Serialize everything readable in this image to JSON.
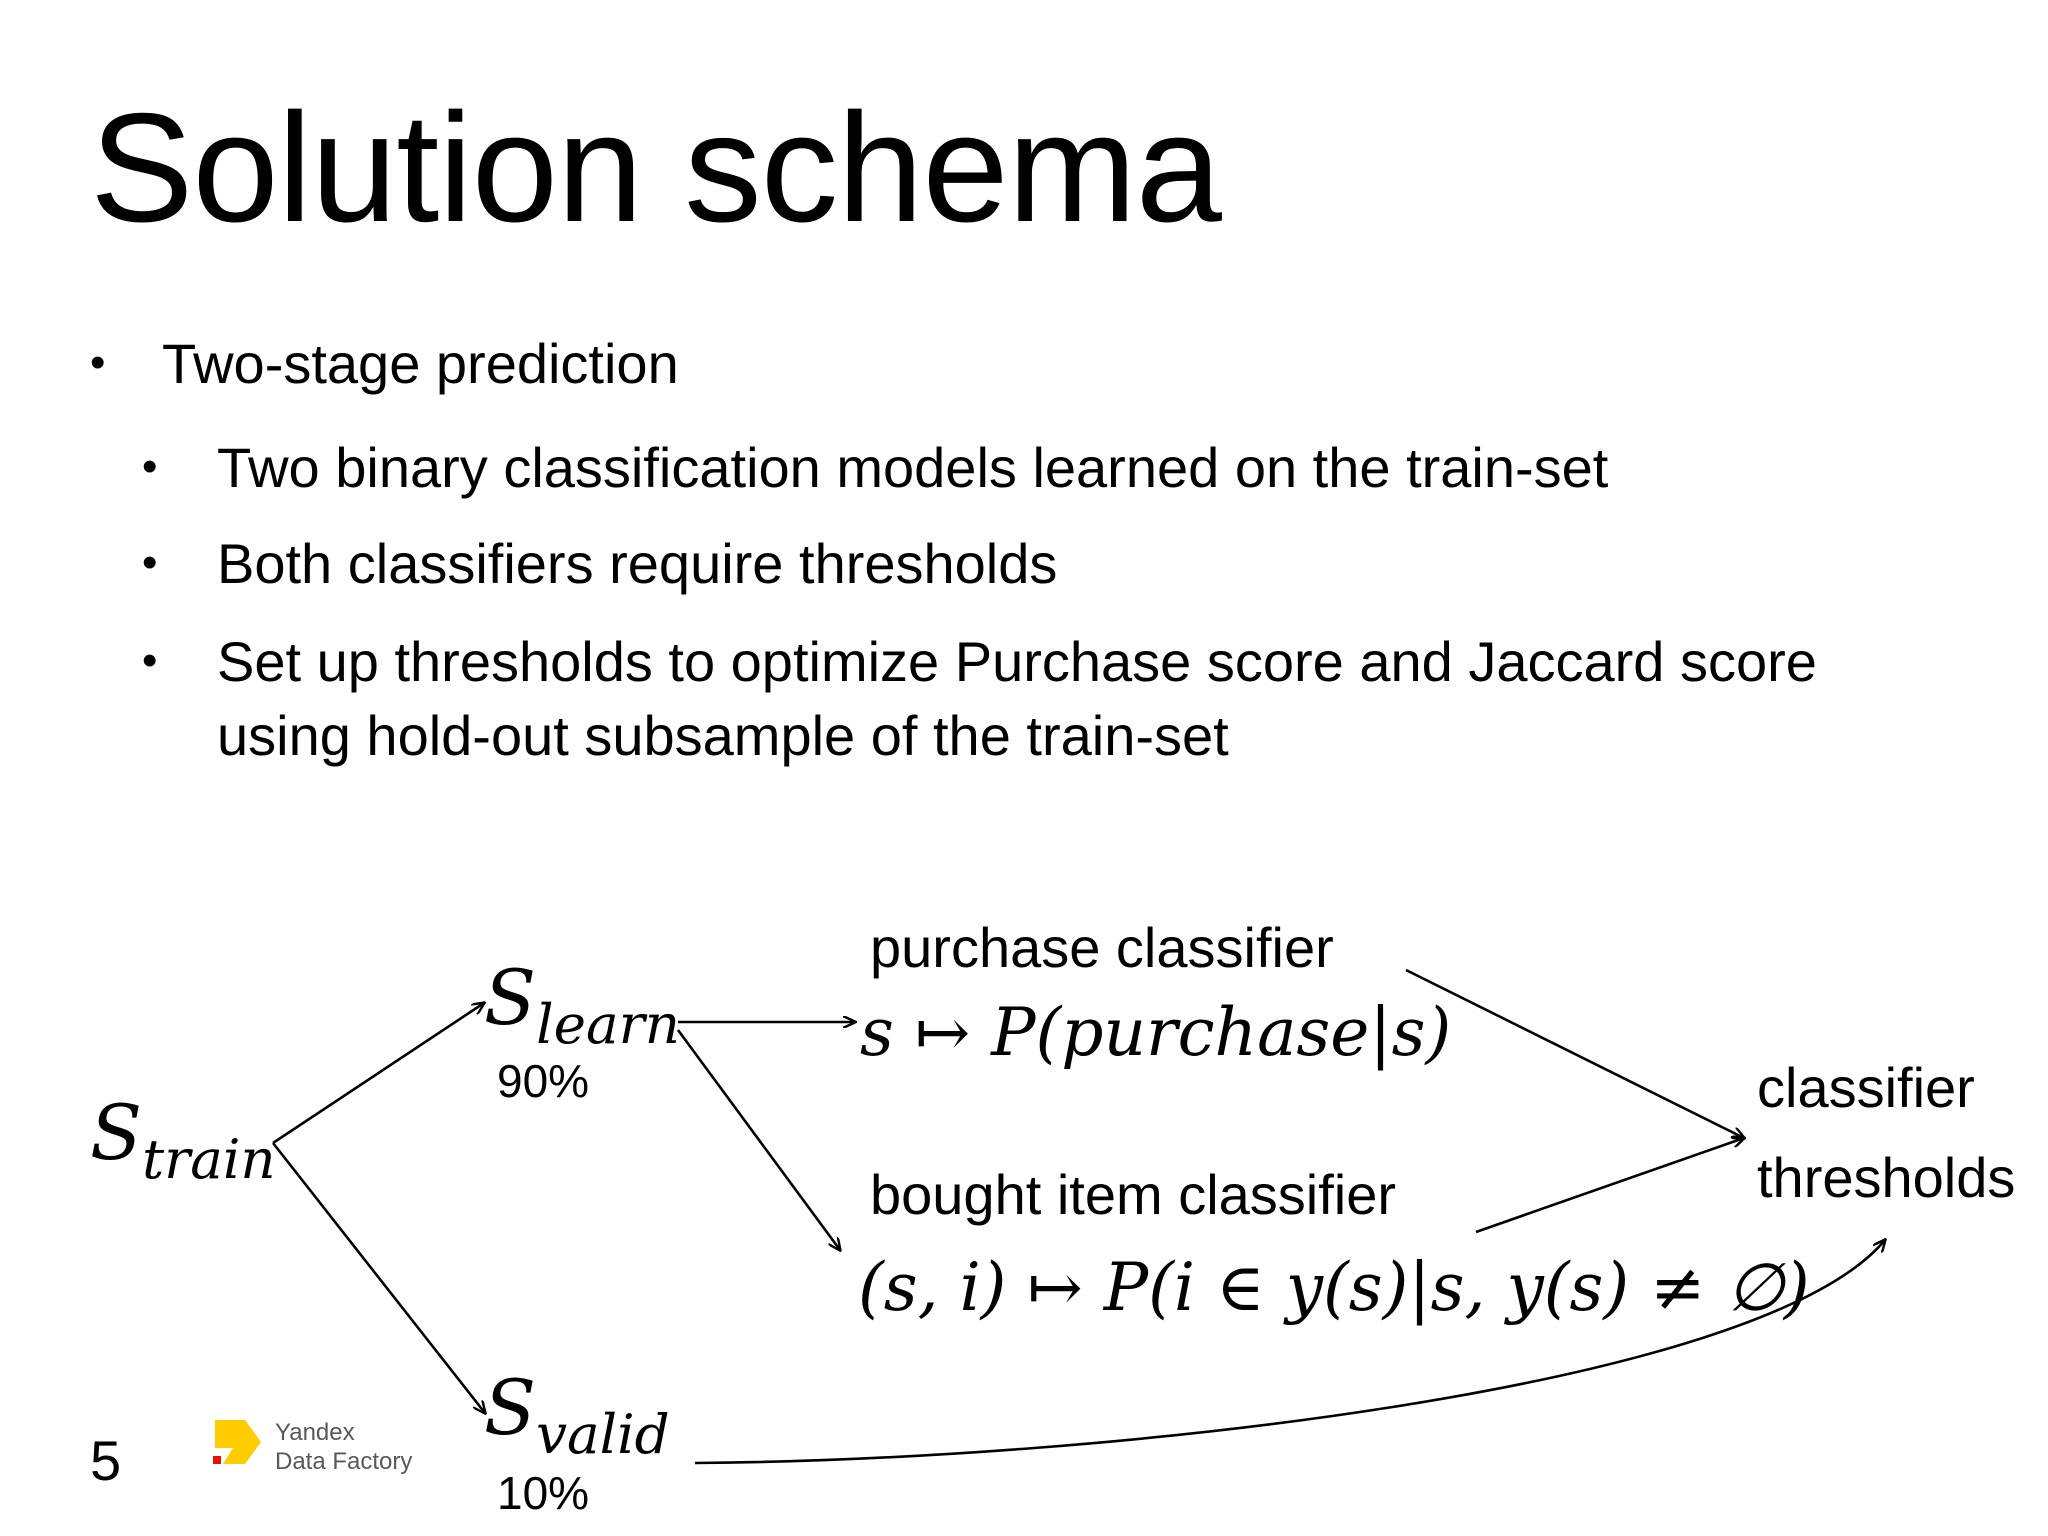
{
  "slide": {
    "title": "Solution schema",
    "bullet_main": "Two-stage prediction",
    "sub_bullets": [
      "Two binary classification models learned on the train-set",
      "Both classifiers require thresholds",
      "Set up thresholds to optimize Purchase score and Jaccard score"
    ],
    "sub_bullet_continuation": "using hold-out subsample of the train-set",
    "bullet_glyph": "•",
    "page_number": "5"
  },
  "diagram": {
    "s_symbol": "S",
    "train_subscript": "train",
    "learn_subscript": "learn",
    "valid_subscript": "valid",
    "learn_pct": "90%",
    "valid_pct": "10%",
    "purchase_label": "purchase classifier",
    "purchase_formula": "s ↦ P(purchase|s)",
    "bought_label": "bought item classifier",
    "bought_formula": "(s, i) ↦ P(i ∈ y(s)|s, y(s) ≠ ∅)",
    "thresholds_line1": "classifier",
    "thresholds_line2": "thresholds"
  },
  "logo": {
    "line1": "Yandex",
    "line2": "Data Factory",
    "colors": {
      "yellow": "#FFCC00",
      "red": "#E61400"
    }
  }
}
